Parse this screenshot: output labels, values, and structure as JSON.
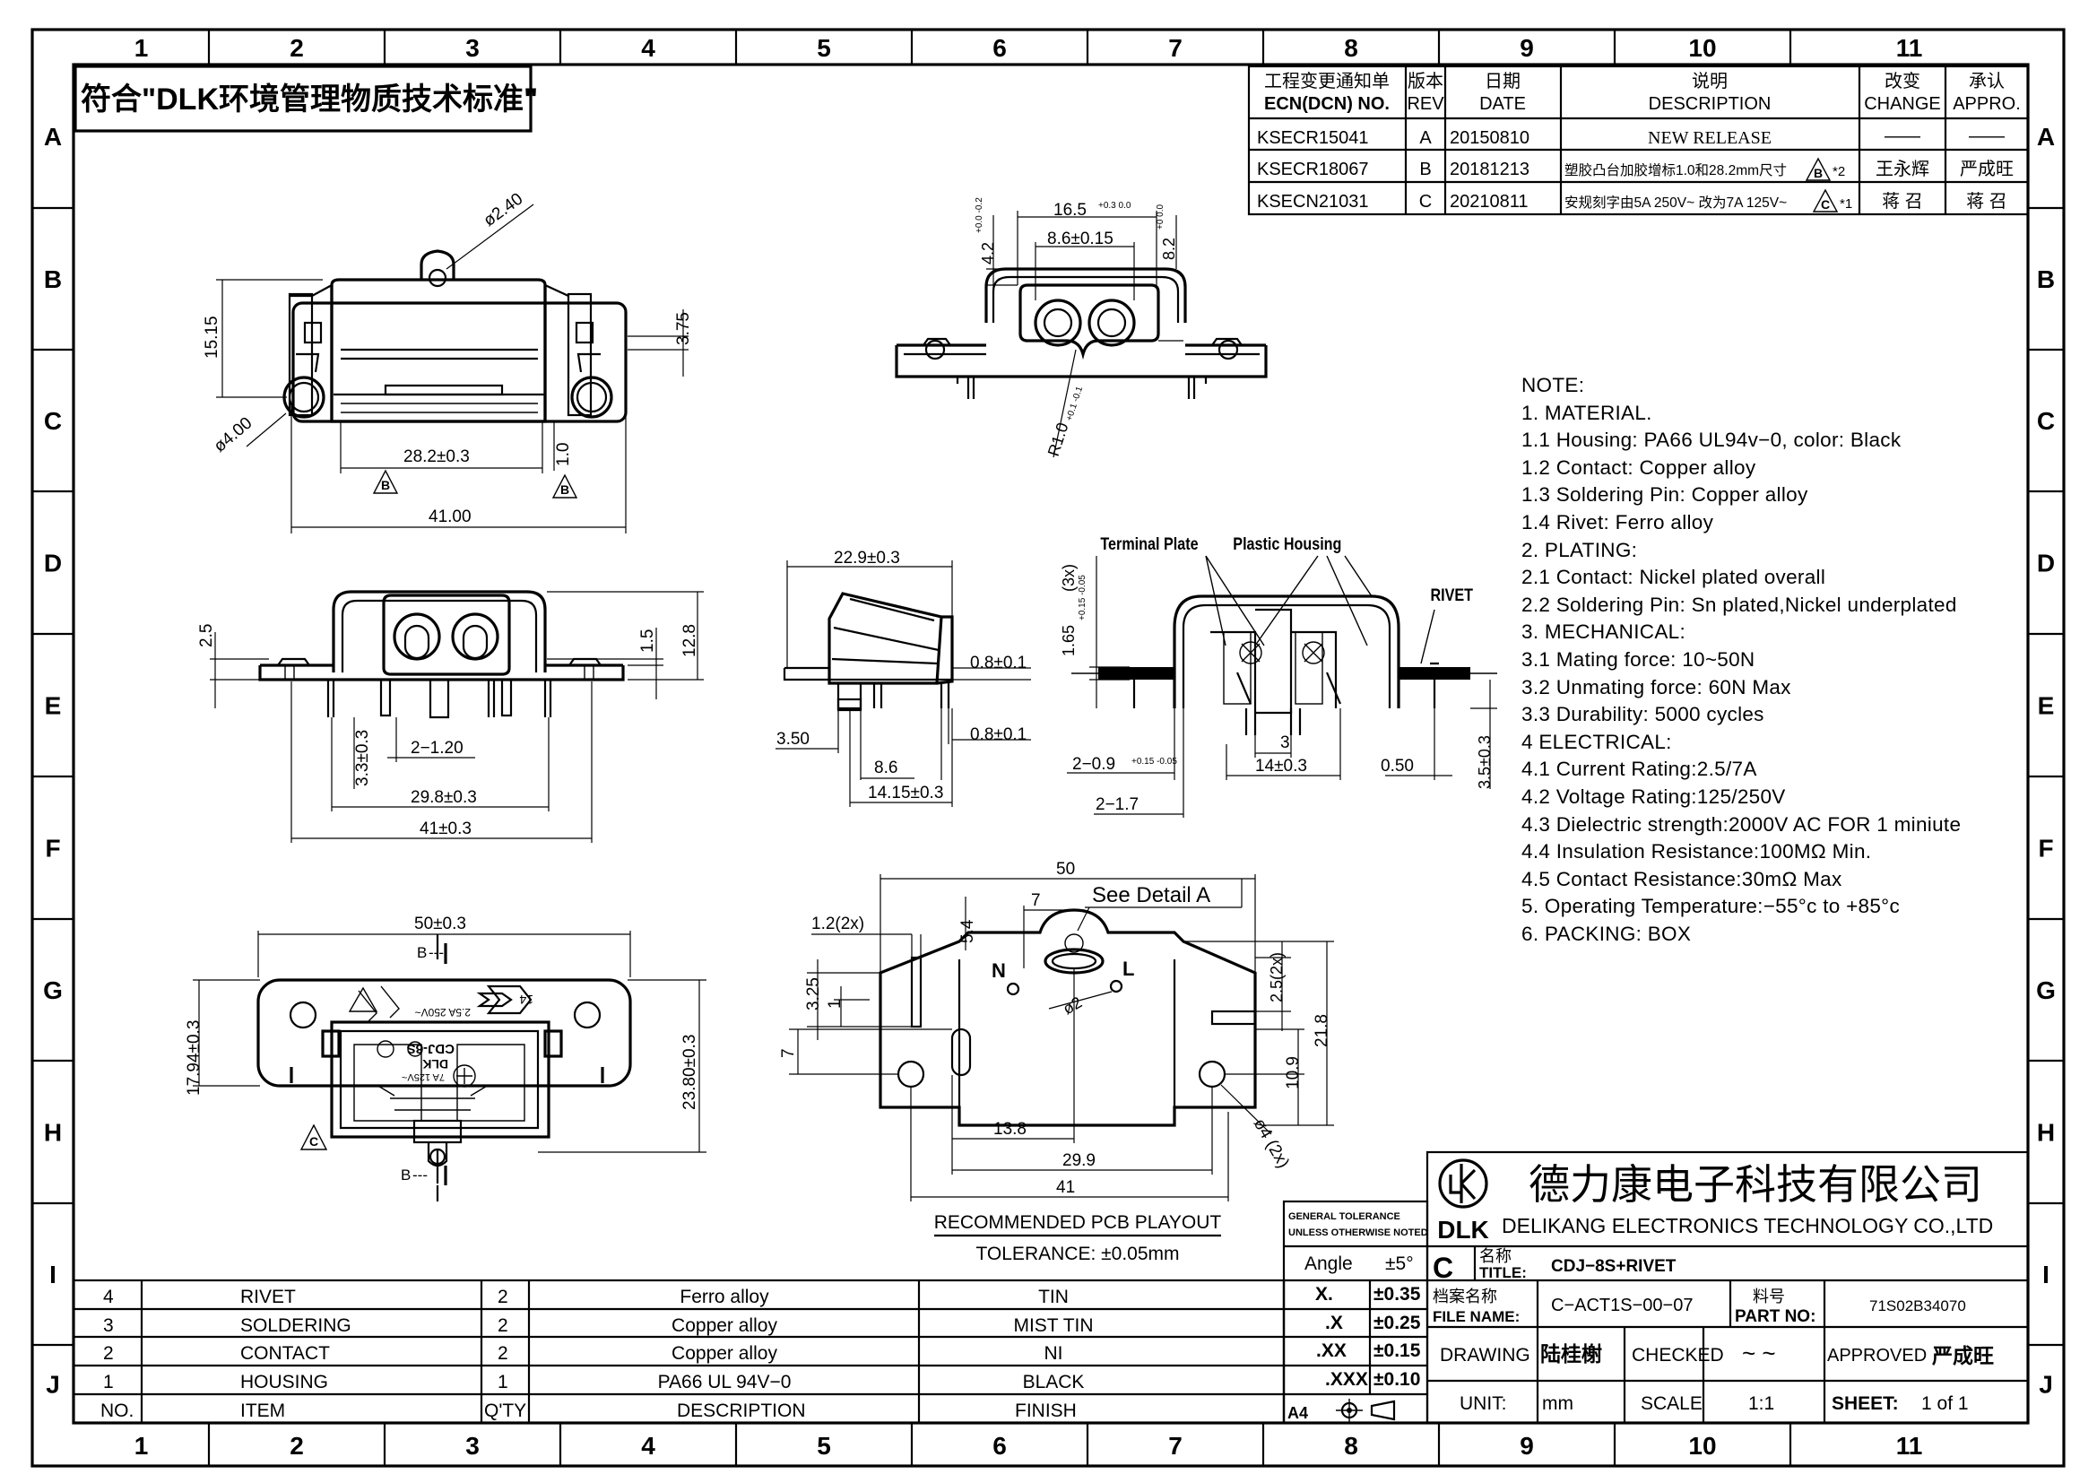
{
  "grid": {
    "columns": [
      "1",
      "2",
      "3",
      "4",
      "5",
      "6",
      "7",
      "8",
      "9",
      "10",
      "11"
    ],
    "rows": [
      "A",
      "B",
      "C",
      "D",
      "E",
      "F",
      "G",
      "H",
      "I",
      "J"
    ]
  },
  "compliance": "符合\"DLK环境管理物质技术标准\"",
  "revision_table": {
    "headers": {
      "ecn_cn": "工程变更通知单",
      "ecn_en": "ECN(DCN) NO.",
      "rev_cn": "版本",
      "rev_en": "REV",
      "date_cn": "日期",
      "date_en": "DATE",
      "desc_cn": "说明",
      "desc_en": "DESCRIPTION",
      "change_cn": "改变",
      "change_en": "CHANGE",
      "appro_cn": "承认",
      "appro_en": "APPRO."
    },
    "rows": [
      {
        "ecn": "KSECR15041",
        "rev": "A",
        "date": "20150810",
        "desc": "NEW RELEASE",
        "change": "——",
        "appro": "——"
      },
      {
        "ecn": "KSECR18067",
        "rev": "B",
        "date": "20181213",
        "desc": "塑胶凸台加胶增标1.0和28.2mm尺寸",
        "mark": "B",
        "count": "*2",
        "change": "王永辉",
        "appro": "严成旺"
      },
      {
        "ecn": "KSECN21031",
        "rev": "C",
        "date": "20210811",
        "desc": "安规刻字由5A 250V~ 改为7A 125V~",
        "mark": "C",
        "count": "*1",
        "change": "蒋 召",
        "appro": "蒋 召"
      }
    ]
  },
  "notes": [
    "NOTE:",
    "1.  MATERIAL.",
    "1.1  Housing:  PA66  UL94v−0,  color:  Black",
    "1.2  Contact:  Copper  alloy",
    "1.3  Soldering  Pin:  Copper  alloy",
    "1.4  Rivet:  Ferro  alloy",
    "2.  PLATING:",
    "2.1  Contact:  Nickel  plated  overall",
    "2.2  Soldering  Pin:  Sn  plated,Nickel  underplated",
    "3.    MECHANICAL:",
    "3.1  Mating  force:  10~50N",
    "3.2  Unmating  force:  60N  Max",
    "3.3  Durability:  5000  cycles",
    "4    ELECTRICAL:",
    "4.1  Current  Rating:2.5/7A",
    "4.2  Voltage  Rating:125/250V",
    "4.3  Dielectric  strength:2000V  AC  FOR  1  miniute",
    "4.4  Insulation  Resistance:100MΩ  Min.",
    "4.5  Contact  Resistance:30mΩ  Max",
    "5.  Operating  Temperature:−55°c  to  +85°c",
    "6.  PACKING:  BOX"
  ],
  "views": {
    "top": {
      "d_hole": "ø2.40",
      "d_mount": "ø4.00",
      "h": "15.15",
      "offset": "3.75",
      "w1": "28.2±0.3",
      "w1b": "1.0",
      "w2": "41.00",
      "mark": "B"
    },
    "front": {
      "h1": "2.5",
      "h2": "1.5",
      "h3": "12.8",
      "h4": "3.3±0.3",
      "pins": "2−1.20",
      "w1": "29.8±0.3",
      "w2": "41±0.3"
    },
    "bottom": {
      "w": "50±0.3",
      "h1": "17.94±0.3",
      "h2": "23.80±0.3",
      "section": "B",
      "mark": "C",
      "pn": "CDJ-8S",
      "rating": "7A 125V~",
      "rating2": "2.5A 250V~",
      "brand": "DLK",
      "num": "14"
    },
    "face": {
      "w1": "16.5",
      "w1tol": "+0.3 0.0",
      "w2": "8.6±0.15",
      "h1": "4.2",
      "h1tol": "+0.0 -0.2",
      "h2": "8.2",
      "h2tol": "+0 0.0",
      "r": "R1.0",
      "rtol": "+0.1 -0.1"
    },
    "side": {
      "w": "22.9±0.3",
      "t1": "0.8±0.1",
      "t2": "0.8±0.1",
      "a": "3.50",
      "b": "8.6",
      "c": "14.15±0.3"
    },
    "section": {
      "tp": "Terminal Plate",
      "ph": "Plastic Housing",
      "rv": "RIVET",
      "h": "1.65",
      "htol": "+0.15 -0.05",
      "hx": "(3x)",
      "p1": "2−0.9",
      "p1tol": "+0.15 -0.05",
      "p2": "2−1.7",
      "s": "3",
      "w": "14±0.3",
      "t": "0.50",
      "r": "3.5±0.3"
    },
    "pcb": {
      "w": "50",
      "d7": "7",
      "detail": "See  Detail  A",
      "t1": "1.2(2x)",
      "t2": "5.4",
      "t3": "3.25",
      "t4": "1",
      "t5": "7",
      "t6": "2.5(2x)",
      "t7": "21.8",
      "t8": "10.9",
      "t9": "ø2",
      "t10": "ø4 (2x)",
      "t11": "13.8",
      "t12": "29.9",
      "t13": "41",
      "n": "N",
      "l": "L",
      "title": "RECOMMENDED PCB PLAYOUT",
      "tol": "TOLERANCE: ±0.05mm"
    }
  },
  "bom": {
    "headers": {
      "no": "NO.",
      "item": "ITEM",
      "qty": "Q'TY",
      "desc": "DESCRIPTION",
      "finish": "FINISH"
    },
    "rows": [
      {
        "no": "4",
        "item": "RIVET",
        "qty": "2",
        "desc": "Ferro  alloy",
        "finish": "TIN"
      },
      {
        "no": "3",
        "item": "SOLDERING",
        "qty": "2",
        "desc": "Copper  alloy",
        "finish": "MIST  TIN"
      },
      {
        "no": "2",
        "item": "CONTACT",
        "qty": "2",
        "desc": "Copper  alloy",
        "finish": "NI"
      },
      {
        "no": "1",
        "item": "HOUSING",
        "qty": "1",
        "desc": "PA66  UL  94V−0",
        "finish": "BLACK"
      }
    ]
  },
  "tolerance": {
    "title1": "GENERAL TOLERANCE",
    "title2": "UNLESS OTHERWISE NOTED",
    "angle_label": "Angle",
    "angle_val": "±5°",
    "rows": [
      {
        "k": "X.",
        "v": "±0.35"
      },
      {
        "k": ".X",
        "v": "±0.25"
      },
      {
        "k": ".XX",
        "v": "±0.15"
      },
      {
        "k": ".XXX",
        "v": "±0.10"
      }
    ],
    "sheet_size": "A4"
  },
  "title_block": {
    "company_cn": "德力康电子科技有限公司",
    "company_en": "DELIKANG ELECTRONICS TECHNOLOGY CO.,LTD",
    "logo_text": "DLK",
    "rev": "C",
    "title_label_cn": "名称",
    "title_label_en": "TITLE:",
    "title": "CDJ−8S+RIVET",
    "file_label_cn": "档案名称",
    "file_label_en": "FILE NAME:",
    "file": "C−ACT1S−00−07",
    "part_label_cn": "料号",
    "part_label_en": "PART NO:",
    "part": "71S02B34070",
    "drawing_label": "DRAWING",
    "drawing": "陆桂榭",
    "checked_label": "CHECKED",
    "checked": "~ ~",
    "approved_label": "APPROVED",
    "approved": "严成旺",
    "unit_label": "UNIT:",
    "unit": "mm",
    "scale_label": "SCALE",
    "scale": "1:1",
    "sheet_label": "SHEET:",
    "sheet": "1  of  1"
  }
}
